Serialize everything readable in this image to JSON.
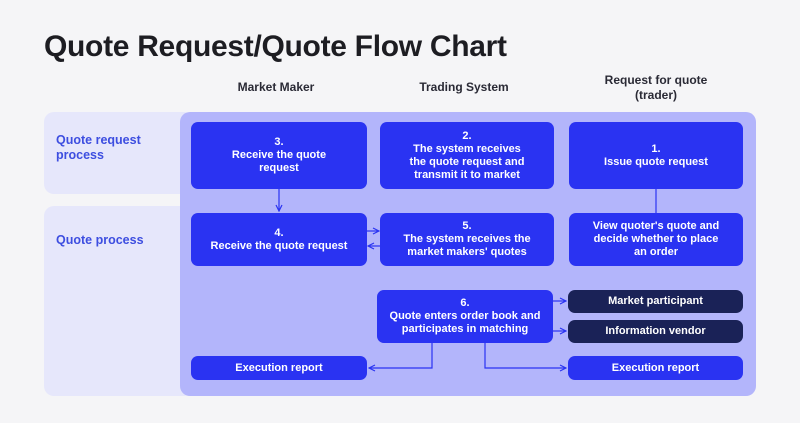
{
  "title": "Quote Request/Quote Flow Chart",
  "columns": {
    "market_maker": "Market Maker",
    "trading_system": "Trading System",
    "trader": "Request for quote\n(trader)"
  },
  "rows": {
    "quote_request": "Quote request\nprocess",
    "quote": "Quote process"
  },
  "nodes": {
    "n3": "3.\nReceive the quote\nrequest",
    "n2": "2.\nThe system receives\nthe quote request and\ntransmit it to market",
    "n1": "1.\nIssue quote request",
    "n4": "4.\nReceive the quote request",
    "n5": "5.\nThe system receives the\nmarket makers' quotes",
    "view": "View quoter's quote and\ndecide whether to place\nan order",
    "n6": "6.\nQuote enters order book and\nparticipates in matching",
    "market_participant": "Market participant",
    "information_vendor": "Information vendor",
    "exec_left": "Execution report",
    "exec_right": "Execution report"
  },
  "colors": {
    "node": "#2a33f2",
    "node_dark": "#1a2257",
    "canvas": "#b3b5fb",
    "row_band": "#e6e7fb",
    "row_label": "#3d4ee0"
  }
}
